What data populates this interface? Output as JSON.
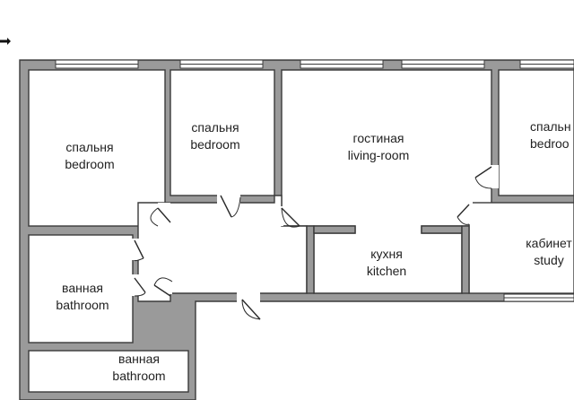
{
  "colors": {
    "wall_fill": "#9a9a9a",
    "wall_outline": "#3a3a3a",
    "room_fill": "#ffffff",
    "text": "#222222"
  },
  "rooms": {
    "bedroom_left": {
      "ru": "спальня",
      "en": "bedroom"
    },
    "bedroom_mid": {
      "ru": "спальня",
      "en": "bedroom"
    },
    "living": {
      "ru": "гостиная",
      "en": "living-room"
    },
    "bedroom_right": {
      "ru": "спальн",
      "en": "bedroo"
    },
    "kitchen": {
      "ru": "кухня",
      "en": "kitchen"
    },
    "study": {
      "ru": "кабинет",
      "en": "study"
    },
    "bathroom_1": {
      "ru": "ванная",
      "en": "bathroom"
    },
    "bathroom_2": {
      "ru": "ванная",
      "en": "bathroom"
    }
  }
}
